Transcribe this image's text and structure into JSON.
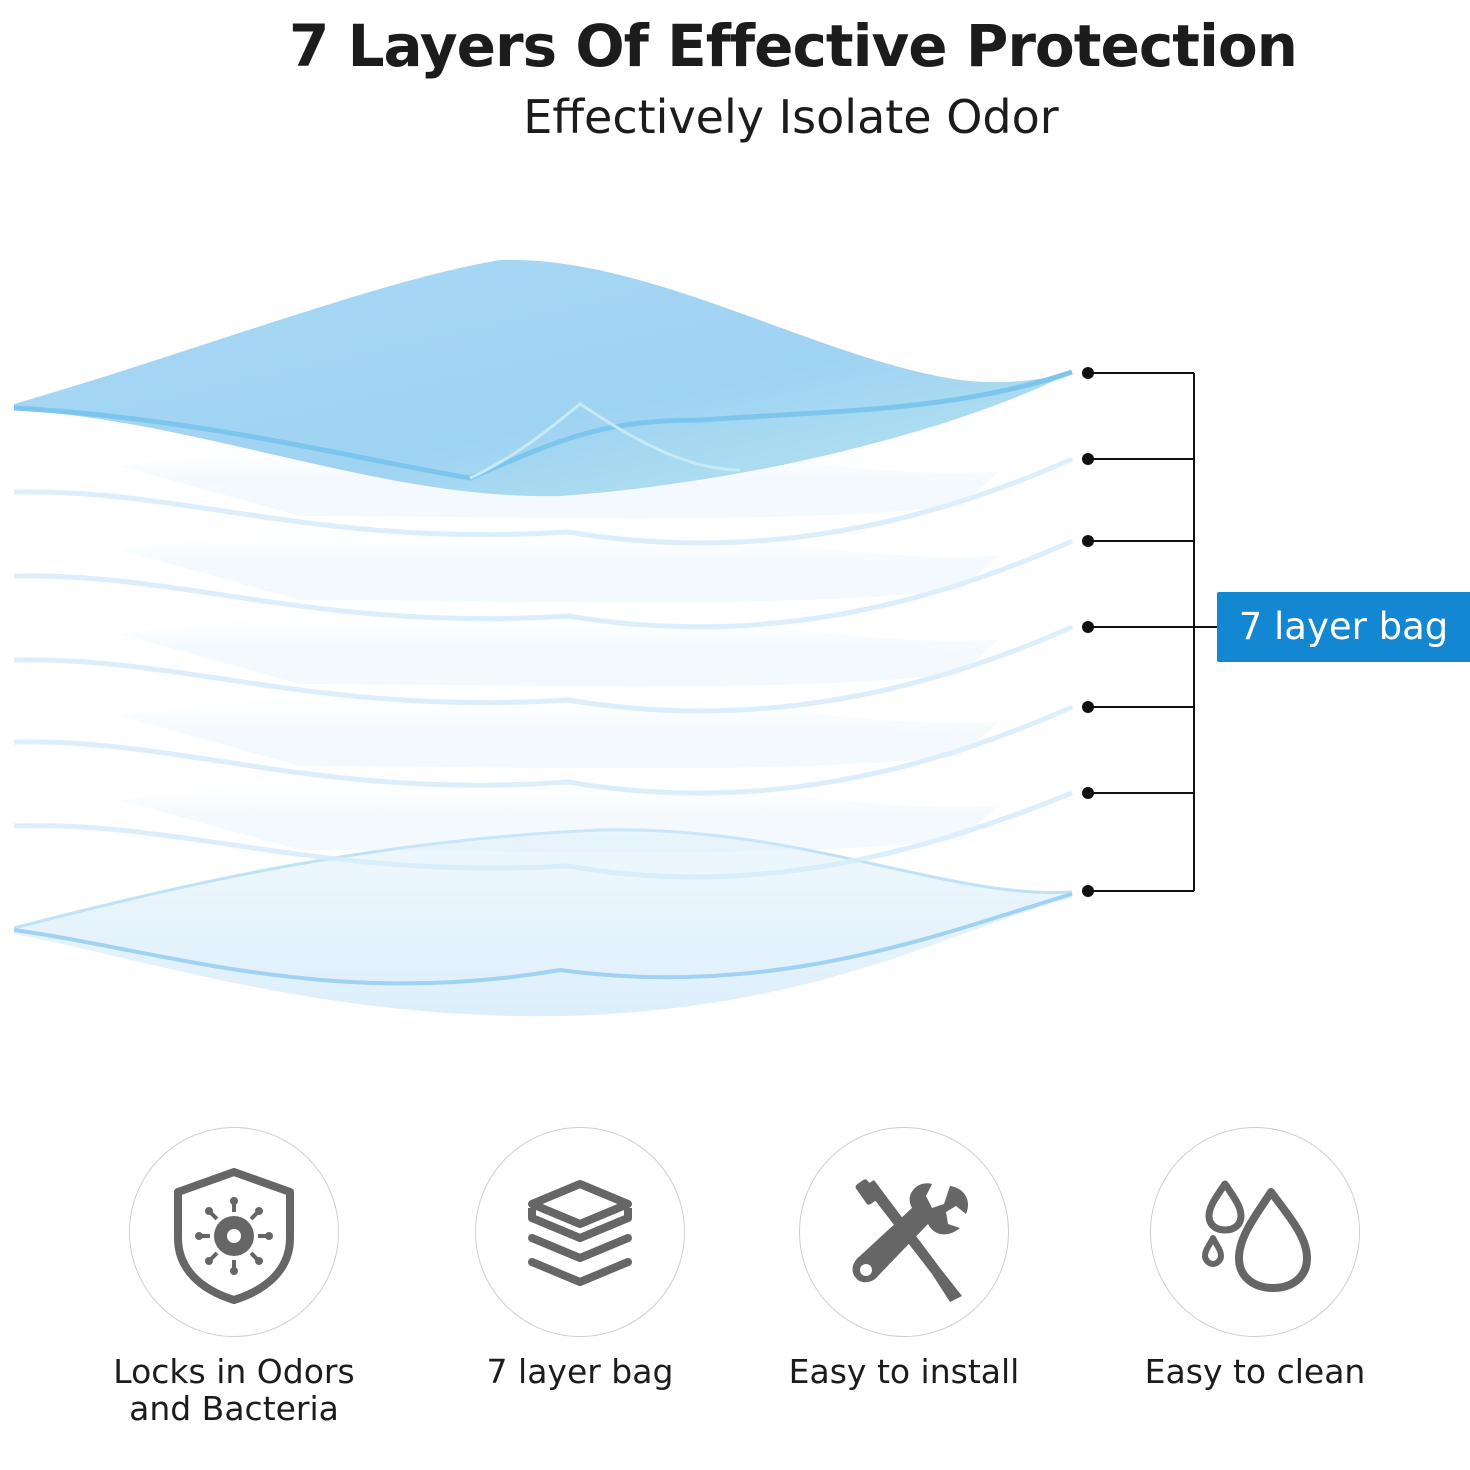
{
  "header": {
    "title": "7 Layers Of Effective Protection",
    "subtitle": "Effectively Isolate Odor"
  },
  "callout": {
    "label": "7 layer bag",
    "color": "#1487d3"
  },
  "layers": {
    "count": 7,
    "top_layer_color": "#9fd3f2",
    "edge_color": "#6cc0ee"
  },
  "features": [
    {
      "label": "Locks in Odors\nand Bacteria",
      "icon": "shield-virus-icon"
    },
    {
      "label": "7 layer bag",
      "icon": "layers-icon"
    },
    {
      "label": "Easy to install",
      "icon": "tools-icon"
    },
    {
      "label": "Easy to clean",
      "icon": "water-drops-icon"
    }
  ],
  "colors": {
    "icon_gray": "#666666",
    "circle_border": "#cfcfcf"
  }
}
